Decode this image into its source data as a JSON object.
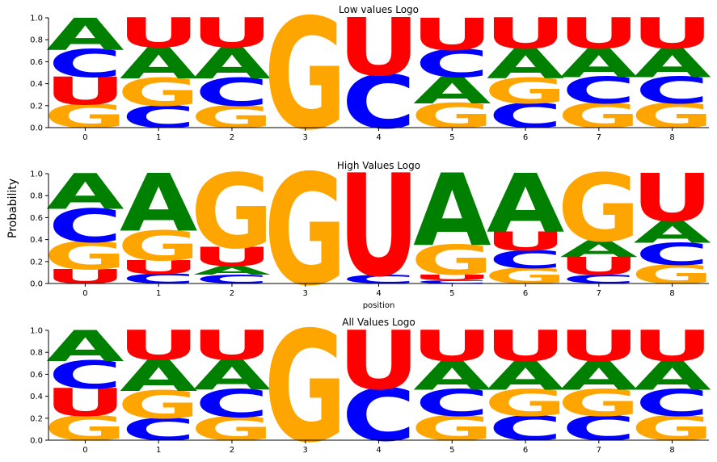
{
  "figure": {
    "ylabel": "Probability"
  },
  "colors": {
    "A": "#008000",
    "C": "#0000ff",
    "G": "#ffa500",
    "U": "#ff0000"
  },
  "chart_data": [
    {
      "type": "sequence-logo",
      "title": "Low values Logo",
      "xlabel": "",
      "ylim": [
        0,
        1.0
      ],
      "yticks": [
        "0.0",
        "0.2",
        "0.4",
        "0.6",
        "0.8",
        "1.0"
      ],
      "positions": [
        "0",
        "1",
        "2",
        "3",
        "4",
        "5",
        "6",
        "7",
        "8"
      ],
      "stacks": [
        [
          {
            "letter": "G",
            "p": 0.21
          },
          {
            "letter": "U",
            "p": 0.25
          },
          {
            "letter": "C",
            "p": 0.25
          },
          {
            "letter": "A",
            "p": 0.29
          }
        ],
        [
          {
            "letter": "C",
            "p": 0.2
          },
          {
            "letter": "G",
            "p": 0.25
          },
          {
            "letter": "A",
            "p": 0.28
          },
          {
            "letter": "U",
            "p": 0.27
          }
        ],
        [
          {
            "letter": "G",
            "p": 0.2
          },
          {
            "letter": "C",
            "p": 0.25
          },
          {
            "letter": "A",
            "p": 0.28
          },
          {
            "letter": "U",
            "p": 0.27
          }
        ],
        [
          {
            "letter": "G",
            "p": 1.0
          }
        ],
        [
          {
            "letter": "C",
            "p": 0.48
          },
          {
            "letter": "U",
            "p": 0.52
          }
        ],
        [
          {
            "letter": "G",
            "p": 0.22
          },
          {
            "letter": "A",
            "p": 0.24
          },
          {
            "letter": "C",
            "p": 0.25
          },
          {
            "letter": "U",
            "p": 0.29
          }
        ],
        [
          {
            "letter": "C",
            "p": 0.22
          },
          {
            "letter": "G",
            "p": 0.23
          },
          {
            "letter": "A",
            "p": 0.27
          },
          {
            "letter": "U",
            "p": 0.28
          }
        ],
        [
          {
            "letter": "G",
            "p": 0.22
          },
          {
            "letter": "C",
            "p": 0.24
          },
          {
            "letter": "A",
            "p": 0.26
          },
          {
            "letter": "U",
            "p": 0.28
          }
        ],
        [
          {
            "letter": "G",
            "p": 0.22
          },
          {
            "letter": "C",
            "p": 0.24
          },
          {
            "letter": "A",
            "p": 0.26
          },
          {
            "letter": "U",
            "p": 0.28
          }
        ]
      ]
    },
    {
      "type": "sequence-logo",
      "title": "High Values Logo",
      "xlabel": "position",
      "ylim": [
        0,
        1.0
      ],
      "yticks": [
        "0.0",
        "0.2",
        "0.4",
        "0.6",
        "0.8",
        "1.0"
      ],
      "positions": [
        "0",
        "1",
        "2",
        "3",
        "4",
        "5",
        "6",
        "7",
        "8"
      ],
      "stacks": [
        [
          {
            "letter": "U",
            "p": 0.13
          },
          {
            "letter": "G",
            "p": 0.25
          },
          {
            "letter": "C",
            "p": 0.3
          },
          {
            "letter": "A",
            "p": 0.32
          }
        ],
        [
          {
            "letter": "C",
            "p": 0.09
          },
          {
            "letter": "U",
            "p": 0.12
          },
          {
            "letter": "G",
            "p": 0.27
          },
          {
            "letter": "A",
            "p": 0.52
          }
        ],
        [
          {
            "letter": "C",
            "p": 0.08
          },
          {
            "letter": "A",
            "p": 0.08
          },
          {
            "letter": "U",
            "p": 0.17
          },
          {
            "letter": "G",
            "p": 0.67
          }
        ],
        [
          {
            "letter": "G",
            "p": 1.0
          }
        ],
        [
          {
            "letter": "C",
            "p": 0.08
          },
          {
            "letter": "U",
            "p": 0.92
          }
        ],
        [
          {
            "letter": "C",
            "p": 0.03
          },
          {
            "letter": "U",
            "p": 0.05
          },
          {
            "letter": "G",
            "p": 0.27
          },
          {
            "letter": "A",
            "p": 0.65
          }
        ],
        [
          {
            "letter": "G",
            "p": 0.14
          },
          {
            "letter": "C",
            "p": 0.16
          },
          {
            "letter": "U",
            "p": 0.17
          },
          {
            "letter": "A",
            "p": 0.53
          }
        ],
        [
          {
            "letter": "C",
            "p": 0.08
          },
          {
            "letter": "U",
            "p": 0.16
          },
          {
            "letter": "A",
            "p": 0.15
          },
          {
            "letter": "G",
            "p": 0.61
          }
        ],
        [
          {
            "letter": "G",
            "p": 0.17
          },
          {
            "letter": "C",
            "p": 0.2
          },
          {
            "letter": "A",
            "p": 0.2
          },
          {
            "letter": "U",
            "p": 0.43
          }
        ]
      ]
    },
    {
      "type": "sequence-logo",
      "title": "All Values Logo",
      "xlabel": "",
      "ylim": [
        0,
        1.0
      ],
      "yticks": [
        "0.0",
        "0.2",
        "0.4",
        "0.6",
        "0.8",
        "1.0"
      ],
      "positions": [
        "0",
        "1",
        "2",
        "3",
        "4",
        "5",
        "6",
        "7",
        "8"
      ],
      "stacks": [
        [
          {
            "letter": "G",
            "p": 0.22
          },
          {
            "letter": "U",
            "p": 0.25
          },
          {
            "letter": "C",
            "p": 0.25
          },
          {
            "letter": "A",
            "p": 0.28
          }
        ],
        [
          {
            "letter": "C",
            "p": 0.2
          },
          {
            "letter": "G",
            "p": 0.25
          },
          {
            "letter": "A",
            "p": 0.28
          },
          {
            "letter": "U",
            "p": 0.27
          }
        ],
        [
          {
            "letter": "G",
            "p": 0.21
          },
          {
            "letter": "C",
            "p": 0.25
          },
          {
            "letter": "A",
            "p": 0.27
          },
          {
            "letter": "U",
            "p": 0.27
          }
        ],
        [
          {
            "letter": "G",
            "p": 1.0
          }
        ],
        [
          {
            "letter": "C",
            "p": 0.47
          },
          {
            "letter": "U",
            "p": 0.53
          }
        ],
        [
          {
            "letter": "G",
            "p": 0.22
          },
          {
            "letter": "C",
            "p": 0.24
          },
          {
            "letter": "A",
            "p": 0.26
          },
          {
            "letter": "U",
            "p": 0.28
          }
        ],
        [
          {
            "letter": "C",
            "p": 0.22
          },
          {
            "letter": "G",
            "p": 0.24
          },
          {
            "letter": "A",
            "p": 0.26
          },
          {
            "letter": "U",
            "p": 0.28
          }
        ],
        [
          {
            "letter": "C",
            "p": 0.22
          },
          {
            "letter": "G",
            "p": 0.24
          },
          {
            "letter": "A",
            "p": 0.26
          },
          {
            "letter": "U",
            "p": 0.28
          }
        ],
        [
          {
            "letter": "G",
            "p": 0.22
          },
          {
            "letter": "C",
            "p": 0.24
          },
          {
            "letter": "A",
            "p": 0.26
          },
          {
            "letter": "U",
            "p": 0.28
          }
        ]
      ]
    }
  ]
}
